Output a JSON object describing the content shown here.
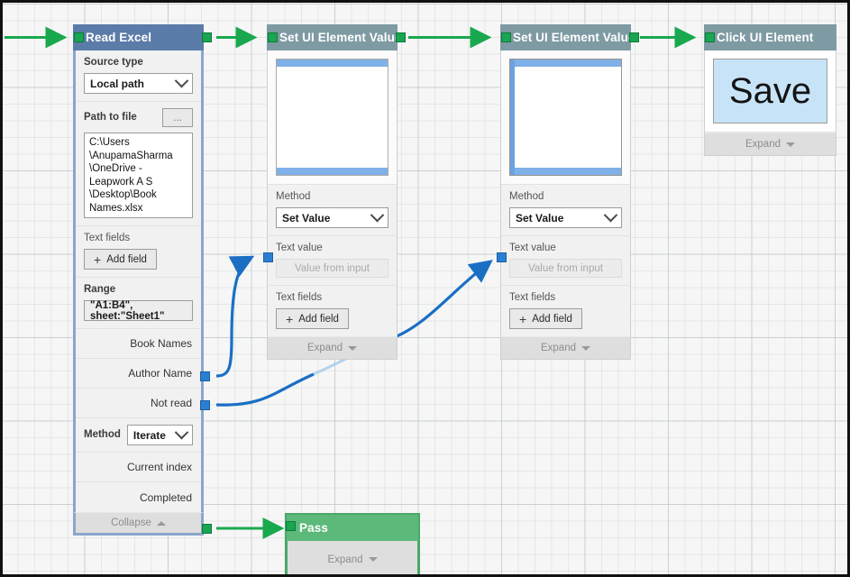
{
  "canvas": {
    "grid": true,
    "bg": "#f6f6f6",
    "border_color": "#111111"
  },
  "colors": {
    "read_excel_header": "#5b7ba8",
    "ui_block_header": "#7e9aa3",
    "pass_header": "#5cb97a",
    "flow_wire": "#1aa84f",
    "data_wire": "#1a6fc4",
    "port_green": "#19a551",
    "port_blue": "#2a7fd4",
    "save_button_fill": "#c7e3f7"
  },
  "blocks": [
    {
      "id": "read-excel",
      "title": "Read Excel",
      "header_color": "#5b7ba8",
      "fields": {
        "source_type_label": "Source type",
        "source_type_value": "Local path",
        "path_label": "Path to file",
        "browse_button": "...",
        "path_value": "C:\\Users\\AnupamaSharma\\OneDrive - Leapwork A S\\Desktop\\Book Names.xlsx",
        "path_lines": [
          "C:\\Users",
          "\\AnupamaSharma",
          "\\OneDrive -",
          "Leapwork A S",
          "\\Desktop\\Book",
          "Names.xlsx"
        ],
        "text_fields_label": "Text fields",
        "add_field_button": "Add field",
        "range_label": "Range",
        "range_value": "\"A1:B4\", sheet:\"Sheet1\"",
        "output_book_names": "Book Names",
        "output_author_name": "Author Name",
        "output_not_read": "Not read",
        "method_label": "Method",
        "method_value": "Iterate",
        "output_current_index": "Current index",
        "output_completed": "Completed"
      },
      "footer": "Collapse"
    },
    {
      "id": "set-ui-element-value-1",
      "title": "Set UI Element Value",
      "header_color": "#7e9aa3",
      "fields": {
        "method_label": "Method",
        "method_value": "Set Value",
        "text_value_label": "Text value",
        "text_value_placeholder": "Value from input",
        "text_fields_label": "Text fields",
        "add_field_button": "Add field"
      },
      "footer": "Expand"
    },
    {
      "id": "set-ui-element-value-2",
      "title": "Set UI Element Value",
      "header_color": "#7e9aa3",
      "fields": {
        "method_label": "Method",
        "method_value": "Set Value",
        "text_value_label": "Text value",
        "text_value_placeholder": "Value from input",
        "text_fields_label": "Text fields",
        "add_field_button": "Add field"
      },
      "footer": "Expand"
    },
    {
      "id": "click-ui-element",
      "title": "Click UI Element",
      "header_color": "#7e9aa3",
      "fields": {
        "target_label": "Save"
      },
      "footer": "Expand"
    },
    {
      "id": "pass-block",
      "title": "Pass",
      "header_color": "#5cb97a",
      "footer": "Expand"
    }
  ],
  "icons": {
    "chevron_down": "chevron-down-icon",
    "plus": "plus-icon",
    "collapse_caret": "caret-up-icon",
    "expand_caret": "caret-down-icon"
  }
}
